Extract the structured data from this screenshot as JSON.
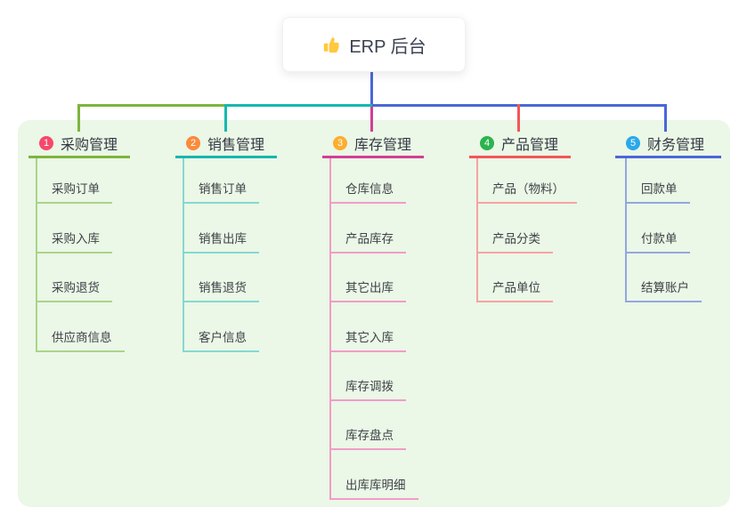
{
  "root": {
    "label": "ERP 后台",
    "icon": "thumbs-up-icon"
  },
  "colors": {
    "main_line": "#4a67d8",
    "panel_background": "#ebf7e7",
    "root_text": "#3a4150",
    "branch_title_text": "#333942",
    "child_text": "#3f4347"
  },
  "branches": [
    {
      "num": "1",
      "title": "采购管理",
      "badge_color": "#f7486b",
      "line_color": "#7db53c",
      "child_line_color": "#aad489",
      "children": [
        "采购订单",
        "采购入库",
        "采购退货",
        "供应商信息"
      ]
    },
    {
      "num": "2",
      "title": "销售管理",
      "badge_color": "#fa8b3b",
      "line_color": "#15b8b0",
      "child_line_color": "#84d9d0",
      "children": [
        "销售订单",
        "销售出库",
        "销售退货",
        "客户信息"
      ]
    },
    {
      "num": "3",
      "title": "库存管理",
      "badge_color": "#fbae2e",
      "line_color": "#d23e94",
      "child_line_color": "#f19cc8",
      "children": [
        "仓库信息",
        "产品库存",
        "其它出库",
        "其它入库",
        "库存调拨",
        "库存盘点",
        "出库库明细"
      ]
    },
    {
      "num": "4",
      "title": "产品管理",
      "badge_color": "#2db34e",
      "line_color": "#f25757",
      "child_line_color": "#f6a3a3",
      "children": [
        "产品（物料）",
        "产品分类",
        "产品单位"
      ]
    },
    {
      "num": "5",
      "title": "财务管理",
      "badge_color": "#2aa8ea",
      "line_color": "#4a67d8",
      "child_line_color": "#93a7de",
      "children": [
        "回款单",
        "付款单",
        "结算账户"
      ]
    }
  ]
}
